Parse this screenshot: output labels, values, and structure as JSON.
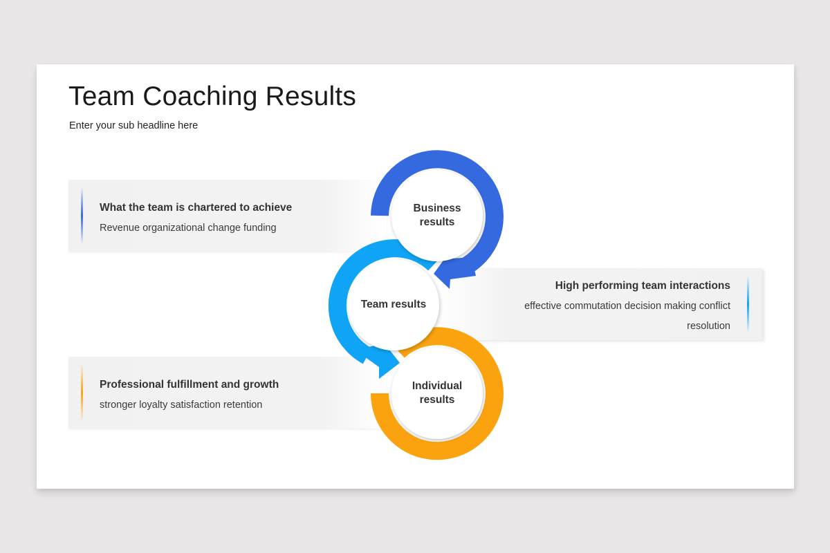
{
  "slide": {
    "title": "Team Coaching Results",
    "subtitle": "Enter your sub headline here"
  },
  "panels": [
    {
      "heading": "What the team is chartered to achieve",
      "body": "Revenue organizational change funding",
      "accent_color": "#3469e0",
      "side": "left"
    },
    {
      "heading": "High performing team interactions",
      "body": "effective commutation decision making conflict resolution",
      "accent_color": "#11a3f5",
      "side": "right"
    },
    {
      "heading": "Professional fulfillment and growth",
      "body": "stronger loyalty satisfaction retention",
      "accent_color": "#f9a20e",
      "side": "left"
    }
  ],
  "rings": [
    {
      "label_line1": "Business",
      "label_line2": "results",
      "color": "#3469e0"
    },
    {
      "label_line1": "Team results",
      "label_line2": "",
      "color": "#0fa4f6"
    },
    {
      "label_line1": "Individual",
      "label_line2": "results",
      "color": "#fba30f"
    }
  ]
}
